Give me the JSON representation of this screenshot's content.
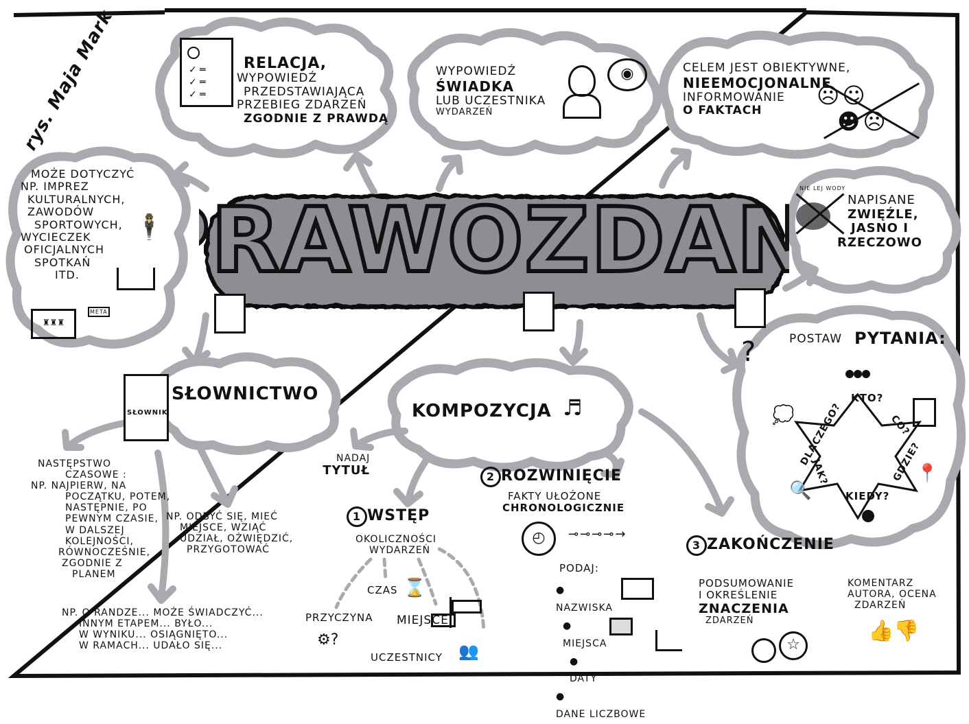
{
  "author": "rys. Maja Mark",
  "title": "SPRAWOZDANIE",
  "definition": {
    "line1": "RELACJA,",
    "line2": "WYPOWIEDŹ",
    "line3": "PRZEDSTAWIAJĄCA",
    "line4": "PRZEBIEG ZDARZEŃ",
    "line5": "ZGODNIE Z PRAWDĄ"
  },
  "witness": {
    "line1": "WYPOWIEDŹ",
    "line2": "ŚWIADKA",
    "line3": "LUB UCZESTNIKA",
    "line4": "WYDARZEŃ"
  },
  "goal": {
    "line1": "CELEM JEST OBIEKTYWNE,",
    "line2": "NIEEMOCJONALNE",
    "line3": "INFORMOWANIE",
    "line4": "O FAKTACH"
  },
  "topics": {
    "line1": "MOŻE DOTYCZYĆ",
    "line2": "NP. IMPREZ",
    "line3": "KULTURALNYCH,",
    "line4": "ZAWODÓW",
    "line5": "SPORTOWYCH,",
    "line6": "WYCIECZEK",
    "line7": "OFICJALNYCH",
    "line8": "SPOTKAŃ",
    "line9": "ITD.",
    "meta_label": "META"
  },
  "style": {
    "water_label": "NIE LEJ WODY",
    "line1": "NAPISANE",
    "line2": "ZWIĘŹLE,",
    "line3": "JASNO I",
    "line4": "RZECZOWO"
  },
  "vocabulary": {
    "title": "SŁOWNICTWO",
    "book_label": "SŁOWNIK",
    "sequence": [
      "NASTĘPSTWO",
      "CZASOWE :",
      "NP. NAJPIERW, NA",
      "POCZĄTKU, POTEM,",
      "NASTĘPNIE, PO",
      "PEWNYM CZASIE,",
      "W DALSZEJ",
      "KOLEJNOŚCI,",
      "RÓWNOCZEŚNIE,",
      "ZGODNIE Z",
      "PLANEM"
    ],
    "verbs": [
      "NP. ODBYĆ SIĘ, MIEĆ",
      "MIEJSCE, WZIĄĆ",
      "UDZIAŁ, OŻWIĘDZIĆ,",
      "PRZYGOTOWAĆ"
    ],
    "phrases": [
      "NP. O RANDZE... MOŻE ŚWIADCZYĆ...",
      "INNYM ETAPEM... BYŁO...",
      "W WYNIKU... OSIĄGNIĘTO...",
      "W RAMACH... UDAŁO SIĘ..."
    ]
  },
  "composition": {
    "title": "KOMPOZYCJA",
    "title_tip_line1": "NADAJ",
    "title_tip_line2": "TYTUŁ",
    "intro": {
      "number": "1",
      "title": "WSTĘP",
      "sub1": "OKOLICZNOŚCI",
      "sub2": "WYDARZEŃ",
      "time": "CZAS",
      "cause": "PRZYCZYNA",
      "place": "MIEJSCE",
      "participants": "UCZESTNICY"
    },
    "body": {
      "number": "2",
      "title": "ROZWINIĘCIE",
      "sub1": "FAKTY UŁOŻONE",
      "sub2": "CHRONOLOGICZNIE",
      "give": "PODAJ:",
      "items": [
        "NAZWISKA",
        "MIEJSCA",
        "DATY",
        "DANE LICZBOWE"
      ]
    },
    "ending": {
      "number": "3",
      "title": "ZAKOŃCZENIE",
      "summary": [
        "PODSUMOWANIE",
        "I OKREŚLENIE",
        "ZNACZENIA",
        "ZDARZEŃ"
      ],
      "comment": [
        "KOMENTARZ",
        "AUTORA, OCENA",
        "ZDARZEŃ"
      ]
    }
  },
  "questions": {
    "title_prefix": "POSTAW",
    "title": "PYTANIA:",
    "who": "KTO?",
    "what": "CO?",
    "where": "GDZIE?",
    "when": "KIEDY?",
    "how": "JAK?",
    "why": "DLACZEGO?"
  }
}
